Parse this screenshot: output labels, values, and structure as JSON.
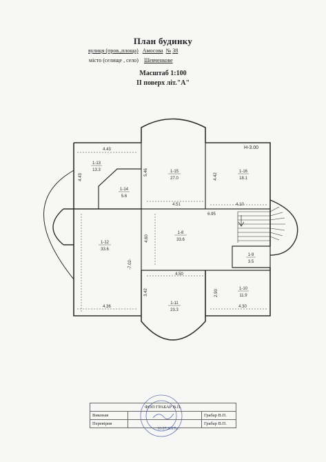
{
  "header": {
    "title": "План будинку",
    "street_label": "вулиця (пров.,площа)",
    "street_value": "Амосова",
    "number_label": "№",
    "number_value": "38",
    "city_label": "місто (селище , село)",
    "city_value": "Шевченкове",
    "scale": "Масштаб 1:100",
    "floor": "ІІ поверх літ.\"А\""
  },
  "plan": {
    "height_note": "Н-3.00",
    "rooms": [
      {
        "id": "1-13",
        "area": "13.3"
      },
      {
        "id": "1-14",
        "area": "5.6"
      },
      {
        "id": "1-15",
        "area": "27.0"
      },
      {
        "id": "1-16",
        "area": "18.1"
      },
      {
        "id": "1-12",
        "area": "33.6"
      },
      {
        "id": "1-8",
        "area": "33.6"
      },
      {
        "id": "1-9",
        "area": "3.5"
      },
      {
        "id": "1-10",
        "area": "11.9"
      },
      {
        "id": "1-11",
        "area": "23.3"
      }
    ],
    "dimensions": {
      "d443_top": "4.43",
      "d443_side": "4.43",
      "d546": "5.46",
      "d442": "4.42",
      "d451": "4.51",
      "d410": "4.10",
      "d695": "6.95",
      "d460": "4.60",
      "d702": "-7.02-",
      "d450": "4.50",
      "d342": "3.42",
      "d290": "2.90",
      "d436": "4.36",
      "d430": "4.30"
    }
  },
  "stamp": {
    "company": "ФОП ГРАБАР В.П.",
    "executor_label": "Виконав",
    "executor_name": "Грабар В.П.",
    "checker_label": "Перевірив",
    "checker_name": "Грабар В.П.",
    "date": "10.07.2017р."
  },
  "colors": {
    "line": "#2b2b2b",
    "stamp_ink": "#3a4a9a"
  }
}
